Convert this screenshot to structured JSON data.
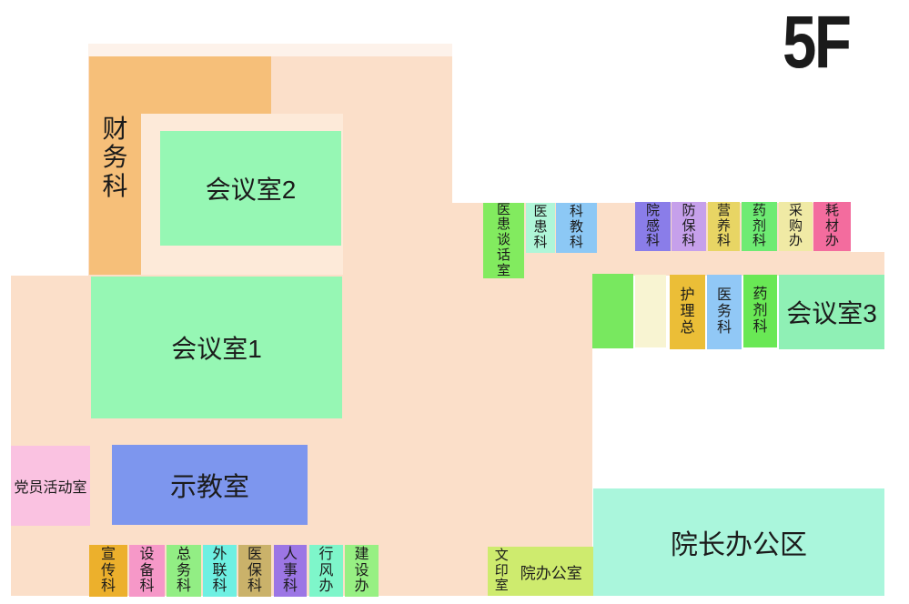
{
  "floor_label": "5F",
  "palette": {
    "background_peach": "#FBDFC9",
    "background_peach_light": "#FDEAD9",
    "background_peach_pale": "#FDF2EA",
    "finance_orange": "#F6BF79"
  },
  "rooms": {
    "finance": {
      "label": "财务科",
      "color": "#F6BF79"
    },
    "meeting2": {
      "label": "会议室2",
      "color": "#96F7B4"
    },
    "meeting1": {
      "label": "会议室1",
      "color": "#96F7B4"
    },
    "demo_room": {
      "label": "示教室",
      "color": "#7D96EE"
    },
    "party_room": {
      "label": "党员活动室",
      "color": "#FAC2E1"
    },
    "patient_talk": {
      "label": "医患谈话室",
      "color": "#82EB5F"
    },
    "patient_dept": {
      "label": "医患科",
      "color": "#AFF6D8"
    },
    "sci_edu": {
      "label": "科教科",
      "color": "#8CC8F5"
    },
    "infection": {
      "label": "院感科",
      "color": "#8A7DE9"
    },
    "prevention": {
      "label": "防保科",
      "color": "#C6A0EB"
    },
    "nutrition": {
      "label": "营养科",
      "color": "#E8D564"
    },
    "pharmacy1": {
      "label": "药剂科",
      "color": "#6EEB73"
    },
    "procurement": {
      "label": "采购办",
      "color": "#F0EAA5"
    },
    "consumables": {
      "label": "耗材办",
      "color": "#F36C9E"
    },
    "green_room": {
      "color": "#78E85F"
    },
    "cream_room": {
      "color": "#F8F4D2"
    },
    "nursing": {
      "label": "护理总",
      "color": "#EBBE37"
    },
    "medical_affairs": {
      "label": "医务科",
      "color": "#91C8F6"
    },
    "pharmacy2": {
      "label": "药剂科",
      "color": "#69E855"
    },
    "meeting3": {
      "label": "会议室3",
      "color": "#8FF0B5"
    },
    "publicity": {
      "label": "宣传科",
      "color": "#ECB02C"
    },
    "equipment": {
      "label": "设备科",
      "color": "#F698C8"
    },
    "general_affairs": {
      "label": "总务科",
      "color": "#92EE84"
    },
    "external": {
      "label": "外联科",
      "color": "#6EF0E2"
    },
    "insurance": {
      "label": "医保科",
      "color": "#CAB26A"
    },
    "hr": {
      "label": "人事科",
      "color": "#9C76E5"
    },
    "conduct": {
      "label": "行风办",
      "color": "#7EF6CA"
    },
    "construction": {
      "label": "建设办",
      "color": "#97F083"
    },
    "print_room": {
      "label": "文印室",
      "color": "#CEEB6E"
    },
    "admin_office": {
      "label": "院办公室"
    },
    "president_area": {
      "label": "院长办公区",
      "color": "#AAF6DC"
    }
  }
}
